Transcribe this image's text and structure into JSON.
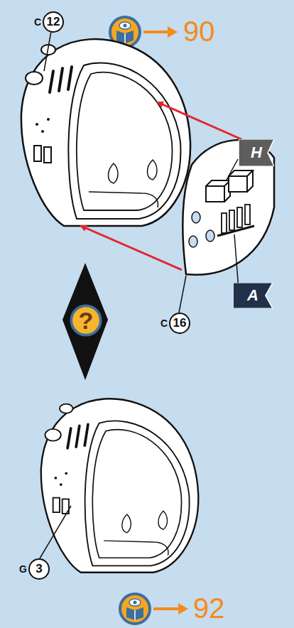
{
  "diagram": {
    "nodes": [
      {
        "text": [
          "C",
          "12"
        ]
      },
      {
        "text": [
          "H"
        ]
      },
      {
        "text": [
          "A"
        ]
      },
      {
        "text": [
          "C",
          "16"
        ]
      },
      {
        "text": [
          "?"
        ]
      },
      {
        "text": [
          "G",
          "3"
        ]
      }
    ],
    "labels": [
      "90",
      "92"
    ]
  }
}
